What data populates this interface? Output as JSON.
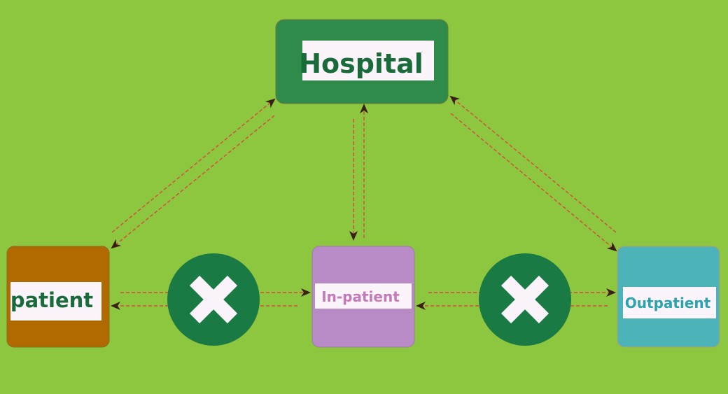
{
  "diagram": {
    "nodes": {
      "hospital": {
        "label": "Hospital",
        "color": "#2e8b4a",
        "text_color": "#1a6b3a"
      },
      "patient": {
        "label": "patient",
        "color": "#b06a00",
        "text_color": "#1a6b3a"
      },
      "inpatient": {
        "label": "In-patient",
        "color": "#b98bc6",
        "text_color": "#c47ab8"
      },
      "outpatient": {
        "label": "Outpatient",
        "color": "#4cb3b8",
        "text_color": "#2aa3ad"
      }
    },
    "blockers": [
      {
        "icon": "x-icon",
        "between": [
          "patient",
          "inpatient"
        ]
      },
      {
        "icon": "x-icon",
        "between": [
          "inpatient",
          "outpatient"
        ]
      }
    ],
    "edges": [
      {
        "from": "patient",
        "to": "hospital"
      },
      {
        "from": "hospital",
        "to": "patient"
      },
      {
        "from": "hospital",
        "to": "inpatient"
      },
      {
        "from": "inpatient",
        "to": "hospital"
      },
      {
        "from": "outpatient",
        "to": "hospital"
      },
      {
        "from": "hospital",
        "to": "outpatient"
      },
      {
        "from": "patient",
        "to": "inpatient"
      },
      {
        "from": "inpatient",
        "to": "patient"
      },
      {
        "from": "inpatient",
        "to": "outpatient"
      },
      {
        "from": "outpatient",
        "to": "inpatient"
      }
    ],
    "background": "#8dc63f",
    "edge_color": "#d9483b"
  }
}
